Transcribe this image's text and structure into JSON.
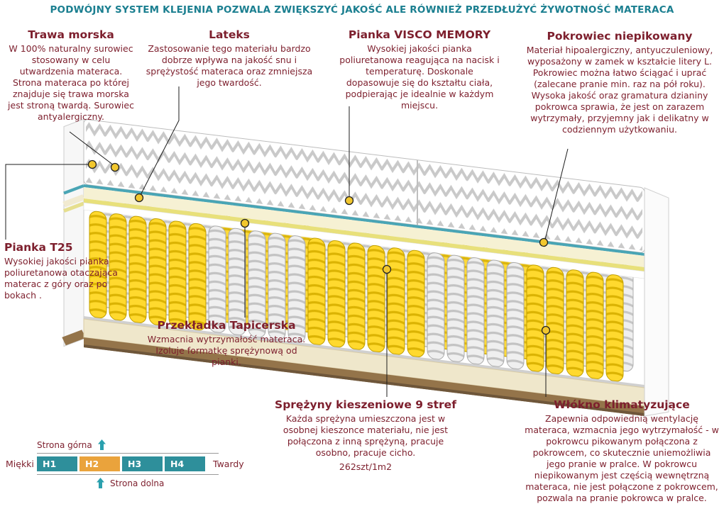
{
  "banner": {
    "text": "PODWÓJNY SYSTEM KLEJENIA POZWALA ZWIĘKSZYĆ JAKOŚĆ ALE RÓWNIEŻ PRZEDŁUŻYĆ ŻYWOTNOŚĆ MATERACA"
  },
  "callouts": {
    "trawa_morska": {
      "title": "Trawa morska",
      "body": "W 100% naturalny surowiec stosowany w celu utwardzenia materaca. Strona materaca po której znajduje się trawa morska jest stroną twardą. Surowiec antyalergiczny."
    },
    "lateks": {
      "title": "Lateks",
      "body": "Zastosowanie tego materiału bardzo dobrze wpływa na jakość snu i sprężystość materaca oraz zmniejsza jego twardość."
    },
    "pianka_visco": {
      "title": "Pianka VISCO MEMORY",
      "body": "Wysokiej jakości pianka poliuretanowa reagująca na nacisk i temperaturę. Doskonale dopasowuje się do kształtu ciała, podpierając je idealnie w każdym miejscu."
    },
    "pokrowiec": {
      "title": "Pokrowiec niepikowany",
      "body": "Materiał hipoalergiczny, antyuczuleniowy, wyposażony w zamek w kształcie litery L. Pokrowiec można łatwo ściągać i uprać (zalecane pranie min. raz na pół roku). Wysoka jakość oraz gramatura dzianiny pokrowca sprawia, że jest on zarazem wytrzymały, przyjemny jak i delikatny w codziennym użytkowaniu."
    },
    "pianka_t25": {
      "title": "Pianka T25",
      "body": "Wysokiej jakości pianka poliuretanowa otaczająca materac z góry oraz po bokach ."
    },
    "przekladka": {
      "title": "Przekładka Tapicerska",
      "body": "Wzmacnia wytrzymałość materaca. Izoluje formatkę sprężynową od pianki."
    },
    "sprezyny": {
      "title": "Sprężyny kieszeniowe 9 stref",
      "body": "Każda sprężyna umieszczona jest w osobnej kieszonce materiału, nie jest połączona z inną sprężyną, pracuje osobno, pracuje cicho.",
      "spec": "262szt/1m2"
    },
    "wlokno": {
      "title": "Włókno klimatyzujące",
      "body": "Zapewnia odpowiednią wentylację materaca, wzmacnia jego wytrzymałość - w pokrowcu pikowanym połączona z pokrowcem, co skutecznie uniemożliwia jego pranie w pralce. W pokrowcu niepikowanym jest częścią wewnętrzną materaca, nie jest połączone z pokrowcem, pozwala na pranie pokrowca w pralce."
    }
  },
  "firmness_scale": {
    "top_label": "Strona górna",
    "bottom_label": "Strona dolna",
    "left_label": "Miękki",
    "right_label": "Twardy",
    "levels": [
      "H1",
      "H2",
      "H3",
      "H4"
    ],
    "active_level": "H2"
  },
  "colors": {
    "accent_teal": "#1b7f90",
    "text_maroon": "#7d1f2d",
    "marker_yellow": "#f2c72e",
    "spring_yellow": "#ffd92e",
    "level_box_teal": "#2e8f9b",
    "level_box_active": "#eaa33c"
  }
}
